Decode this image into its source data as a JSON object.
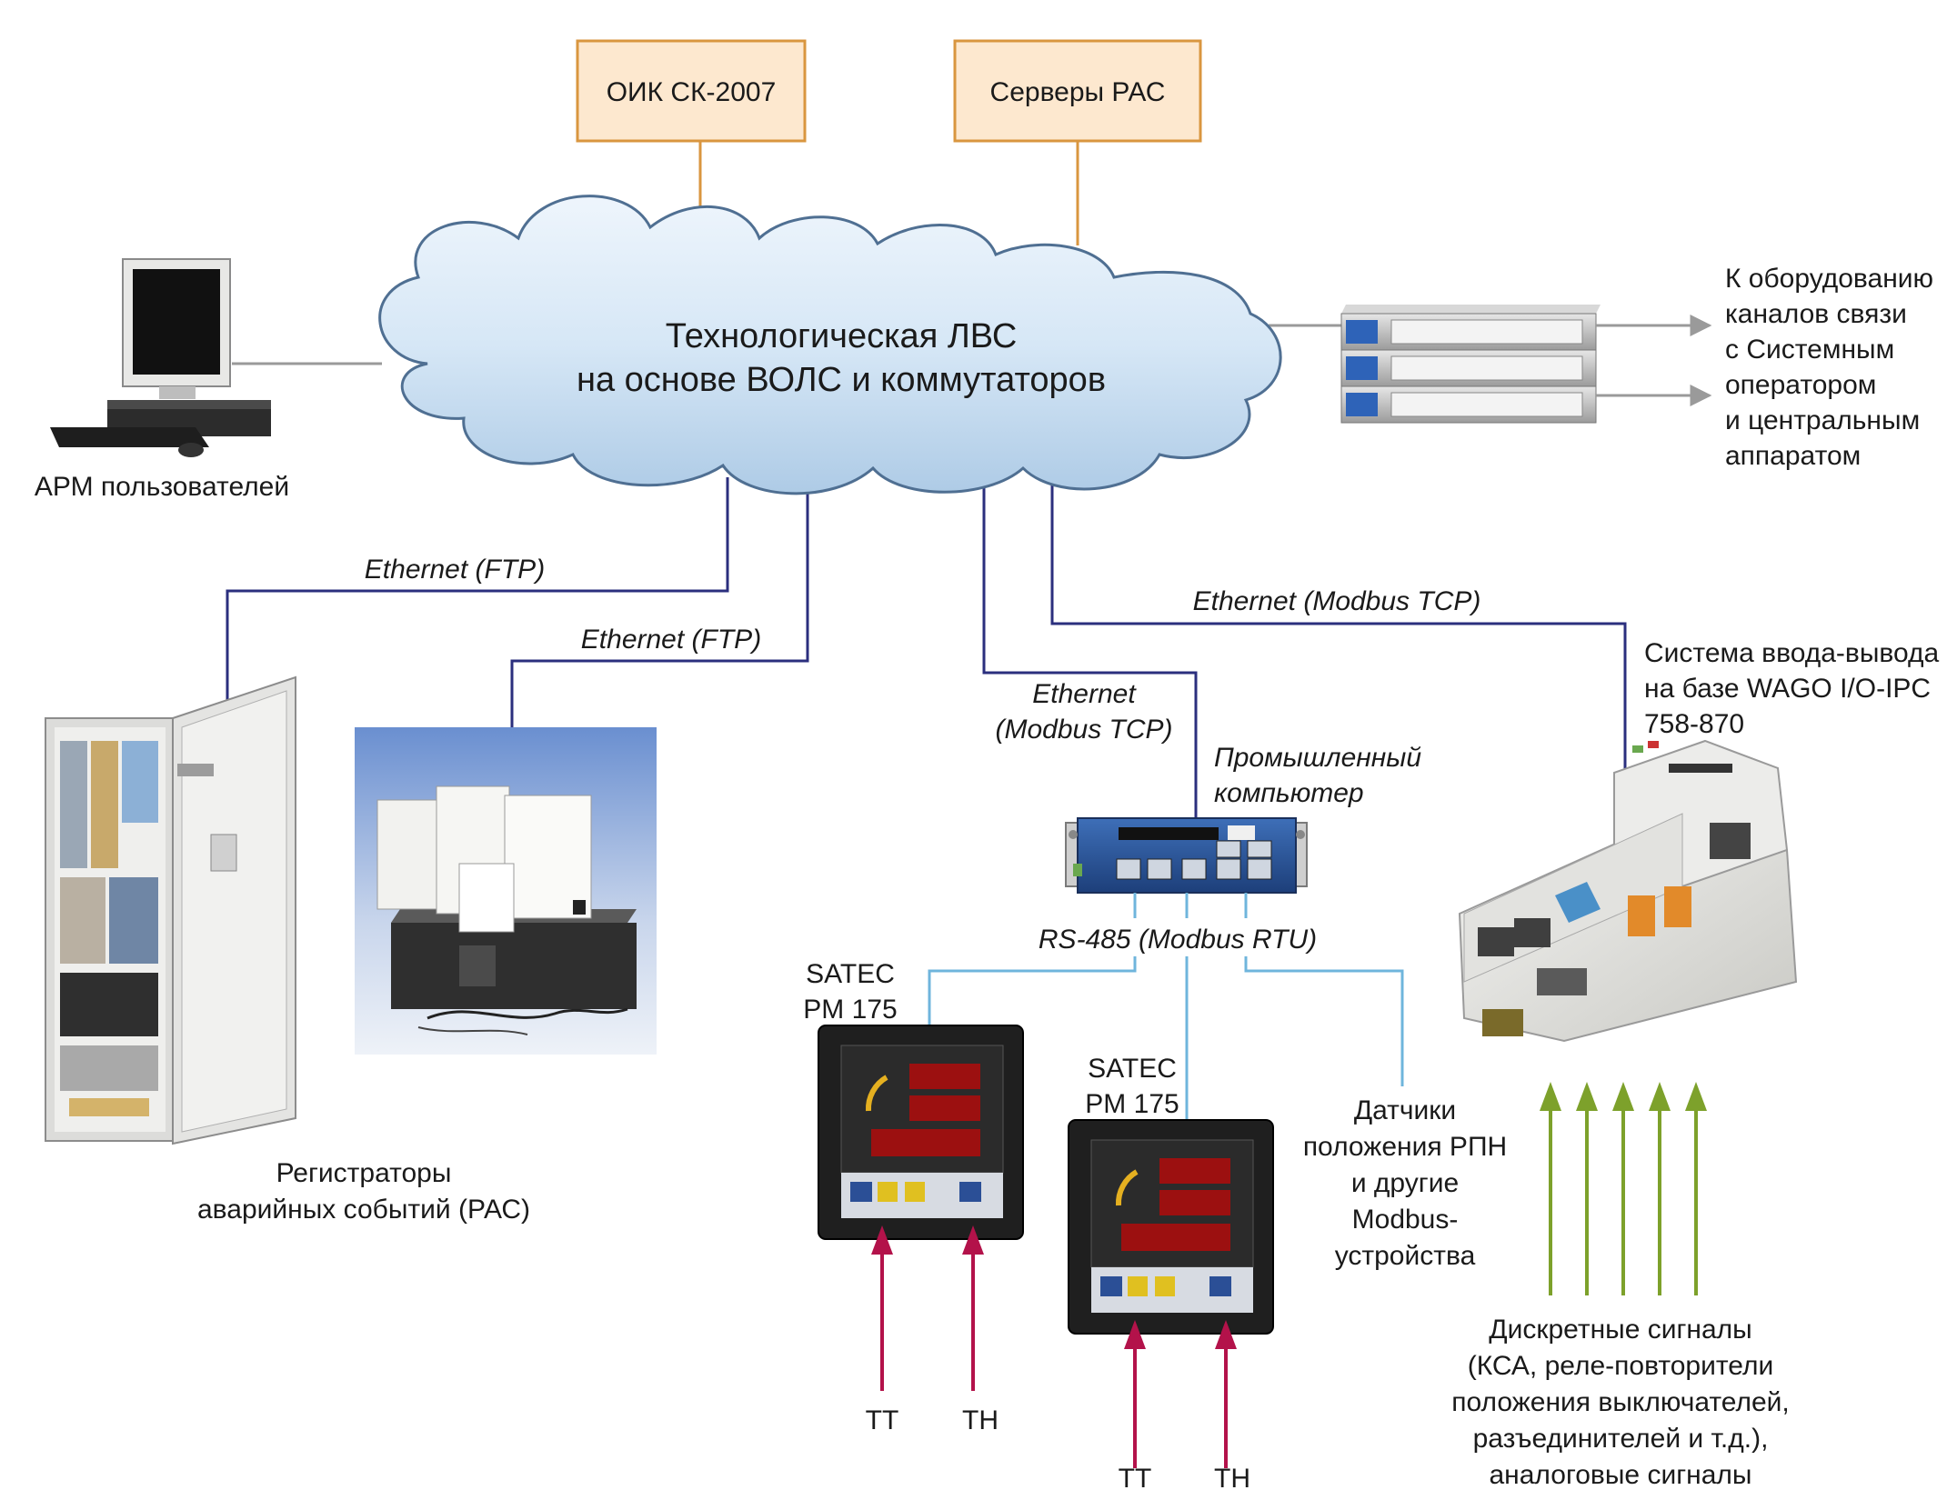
{
  "servers": {
    "oik": "ОИК СК-2007",
    "pac": "Серверы РАС"
  },
  "cloud": {
    "line1": "Технологическая ЛВС",
    "line2": "на основе ВОЛС и коммутаторов"
  },
  "arm": {
    "label": "АРМ пользователей"
  },
  "external": {
    "lines": [
      "К оборудованию",
      "каналов связи",
      "с Системным",
      "оператором",
      "и центральным",
      "аппаратом"
    ]
  },
  "links": {
    "ftp1": "Ethernet (FTP)",
    "ftp2": "Ethernet (FTP)",
    "modbus_left_line1": "Ethernet",
    "modbus_left_line2": "(Modbus TCP)",
    "modbus_right": "Ethernet (Modbus TCP)",
    "rs485": "RS-485 (Modbus RTU)"
  },
  "registrars": {
    "line1": "Регистраторы",
    "line2": "аварийных событий (РАС)"
  },
  "industrial_pc": {
    "line1": "Промышленный",
    "line2": "компьютер"
  },
  "wago": {
    "lines": [
      "Система ввода-вывода",
      "на базе WAGO I/O-IPC",
      "758-870"
    ]
  },
  "meter1": {
    "line1": "SATEC",
    "line2": "PM 175",
    "tt": "ТТ",
    "tn": "ТН"
  },
  "meter2": {
    "line1": "SATEC",
    "line2": "PM 175",
    "tt": "ТТ",
    "tn": "ТН"
  },
  "sensors": {
    "lines": [
      "Датчики",
      "положения РПН",
      "и другие",
      "Modbus-",
      "устройства"
    ]
  },
  "signals": {
    "lines": [
      "Дискретные сигналы",
      "(КСА, реле-повторители",
      "положения выключателей,",
      "разъединителей и т.д.),",
      "аналоговые сигналы"
    ]
  },
  "colors": {
    "server_border": "#d9963f",
    "server_fill": "#fde8cf",
    "cloud_fill": "#dbe9f7",
    "cloud_stroke": "#4f6f92",
    "ethernet_line": "#2b2f7e",
    "rs485_line": "#6fb5dc",
    "server_link": "#d9963f",
    "arrow_red": "#b3124a",
    "arrow_green": "#7da12b",
    "arrow_gray": "#9a9a9a"
  }
}
